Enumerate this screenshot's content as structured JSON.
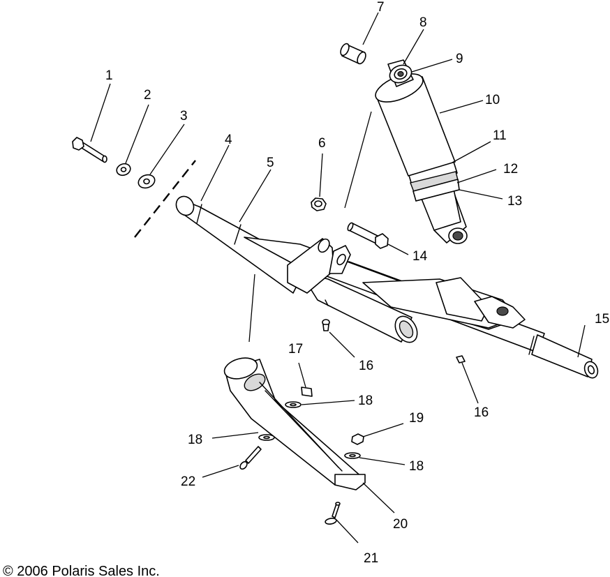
{
  "callouts": {
    "c1": "1",
    "c2": "2",
    "c3": "3",
    "c4": "4",
    "c5": "5",
    "c6": "6",
    "c7": "7",
    "c8": "8",
    "c9": "9",
    "c10": "10",
    "c11": "11",
    "c12": "12",
    "c13": "13",
    "c14": "14",
    "c15": "15",
    "c16a": "16",
    "c16b": "16",
    "c17": "17",
    "c18a": "18",
    "c18b": "18",
    "c18c": "18",
    "c19": "19",
    "c20": "20",
    "c21": "21",
    "c22": "22"
  },
  "copyright": "© 2006 Polaris Sales Inc."
}
